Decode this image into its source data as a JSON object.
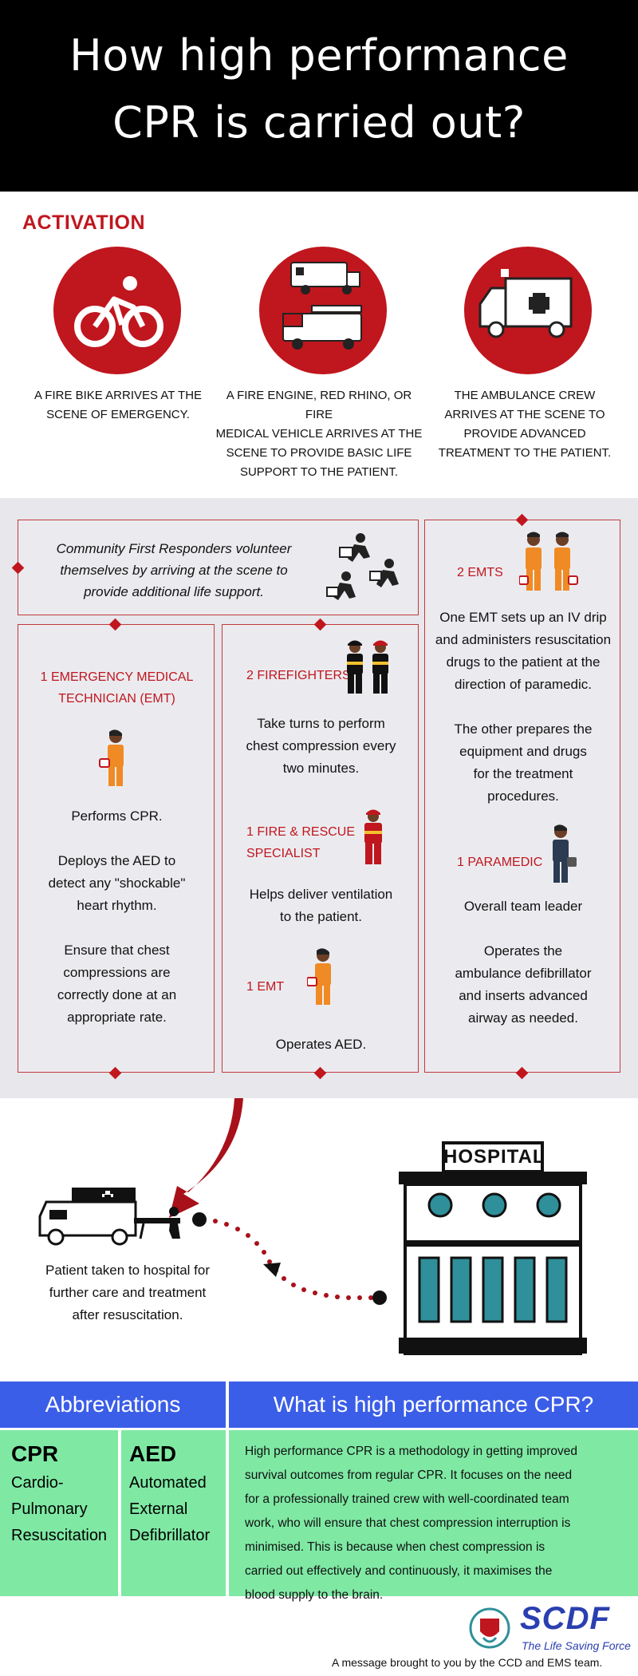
{
  "header": {
    "title_line1": "How high performance",
    "title_line2": "CPR is carried out?"
  },
  "activation": {
    "label": "ACTIVATION",
    "items": [
      {
        "icon": "bicycle-icon",
        "lines": [
          "A FIRE BIKE ARRIVES AT THE",
          "SCENE OF EMERGENCY."
        ]
      },
      {
        "icon": "fire-engine-icon",
        "lines": [
          "A FIRE ENGINE, RED RHINO, OR FIRE",
          "MEDICAL VEHICLE ARRIVES AT THE",
          "SCENE TO PROVIDE BASIC LIFE",
          "SUPPORT TO THE PATIENT."
        ]
      },
      {
        "icon": "ambulance-icon",
        "lines": [
          "THE AMBULANCE CREW",
          "ARRIVES AT THE SCENE TO",
          "PROVIDE ADVANCED",
          "TREATMENT TO THE PATIENT."
        ]
      }
    ]
  },
  "responders": {
    "cfr": {
      "lines": [
        "Community First Responders volunteer",
        "themselves by arriving at the scene to",
        "provide additional life support."
      ],
      "icon": "runners-icon"
    },
    "emt_col": {
      "heading": [
        "1 EMERGENCY MEDICAL",
        "TECHNICIAN (EMT)"
      ],
      "lines": [
        "Performs CPR.",
        "",
        "Deploys the AED to",
        "detect any \"shockable\"",
        "heart rhythm.",
        "",
        "Ensure that chest",
        "compressions are",
        "correctly done at an",
        "appropriate rate."
      ]
    },
    "ff_col": {
      "ff_heading": "2 FIREFIGHTERS",
      "ff_lines": [
        "Take turns to perform",
        "chest compression every",
        "two minutes."
      ],
      "rescue_heading": [
        "1 FIRE & RESCUE",
        "SPECIALIST"
      ],
      "rescue_lines": [
        "Helps deliver ventilation",
        "to the patient."
      ],
      "emt_heading": "1 EMT",
      "emt_lines": [
        "Operates AED."
      ]
    },
    "amb_col": {
      "emts_heading": "2 EMTS",
      "emts_lines": [
        "One EMT sets up an IV drip",
        "and administers resuscitation",
        "drugs to the patient at the",
        "direction of paramedic.",
        "",
        "The other prepares the",
        "equipment and drugs",
        "for the treatment",
        "procedures."
      ],
      "para_heading": "1 PARAMEDIC",
      "para_lines": [
        "Overall team leader",
        "",
        "Operates the",
        "ambulance defibrillator",
        "and inserts advanced",
        "airway as needed."
      ]
    }
  },
  "transport": {
    "lines": [
      "Patient taken to hospital for",
      "further care and treatment",
      "after resuscitation."
    ],
    "hospital_sign": "HOSPITAL"
  },
  "abbreviations": {
    "header": "Abbreviations",
    "items": [
      {
        "key": "CPR",
        "lines": [
          "Cardio-",
          "Pulmonary",
          "Resuscitation"
        ]
      },
      {
        "key": "AED",
        "lines": [
          "Automated",
          "External",
          "Defibrillator"
        ]
      }
    ]
  },
  "hpcpr": {
    "header": "What is high performance CPR?",
    "lines": [
      "High performance CPR is a methodology in getting improved",
      "survival outcomes from regular CPR. It focuses on the need",
      "for a professionally trained crew with well-coordinated team",
      "work, who will ensure that chest compression interruption is",
      "minimised. This is because when chest compression is",
      "carried out effectively and continuously, it maximises the",
      "blood supply to the brain."
    ]
  },
  "footer": {
    "brand": "SCDF",
    "tagline": "The Life Saving Force",
    "message": "A message brought to you by the CCD and EMS team."
  },
  "colors": {
    "red": "#c0161e",
    "blue": "#3b5ee8",
    "green": "#7fe9a4",
    "gray": "#e7e7ec"
  }
}
